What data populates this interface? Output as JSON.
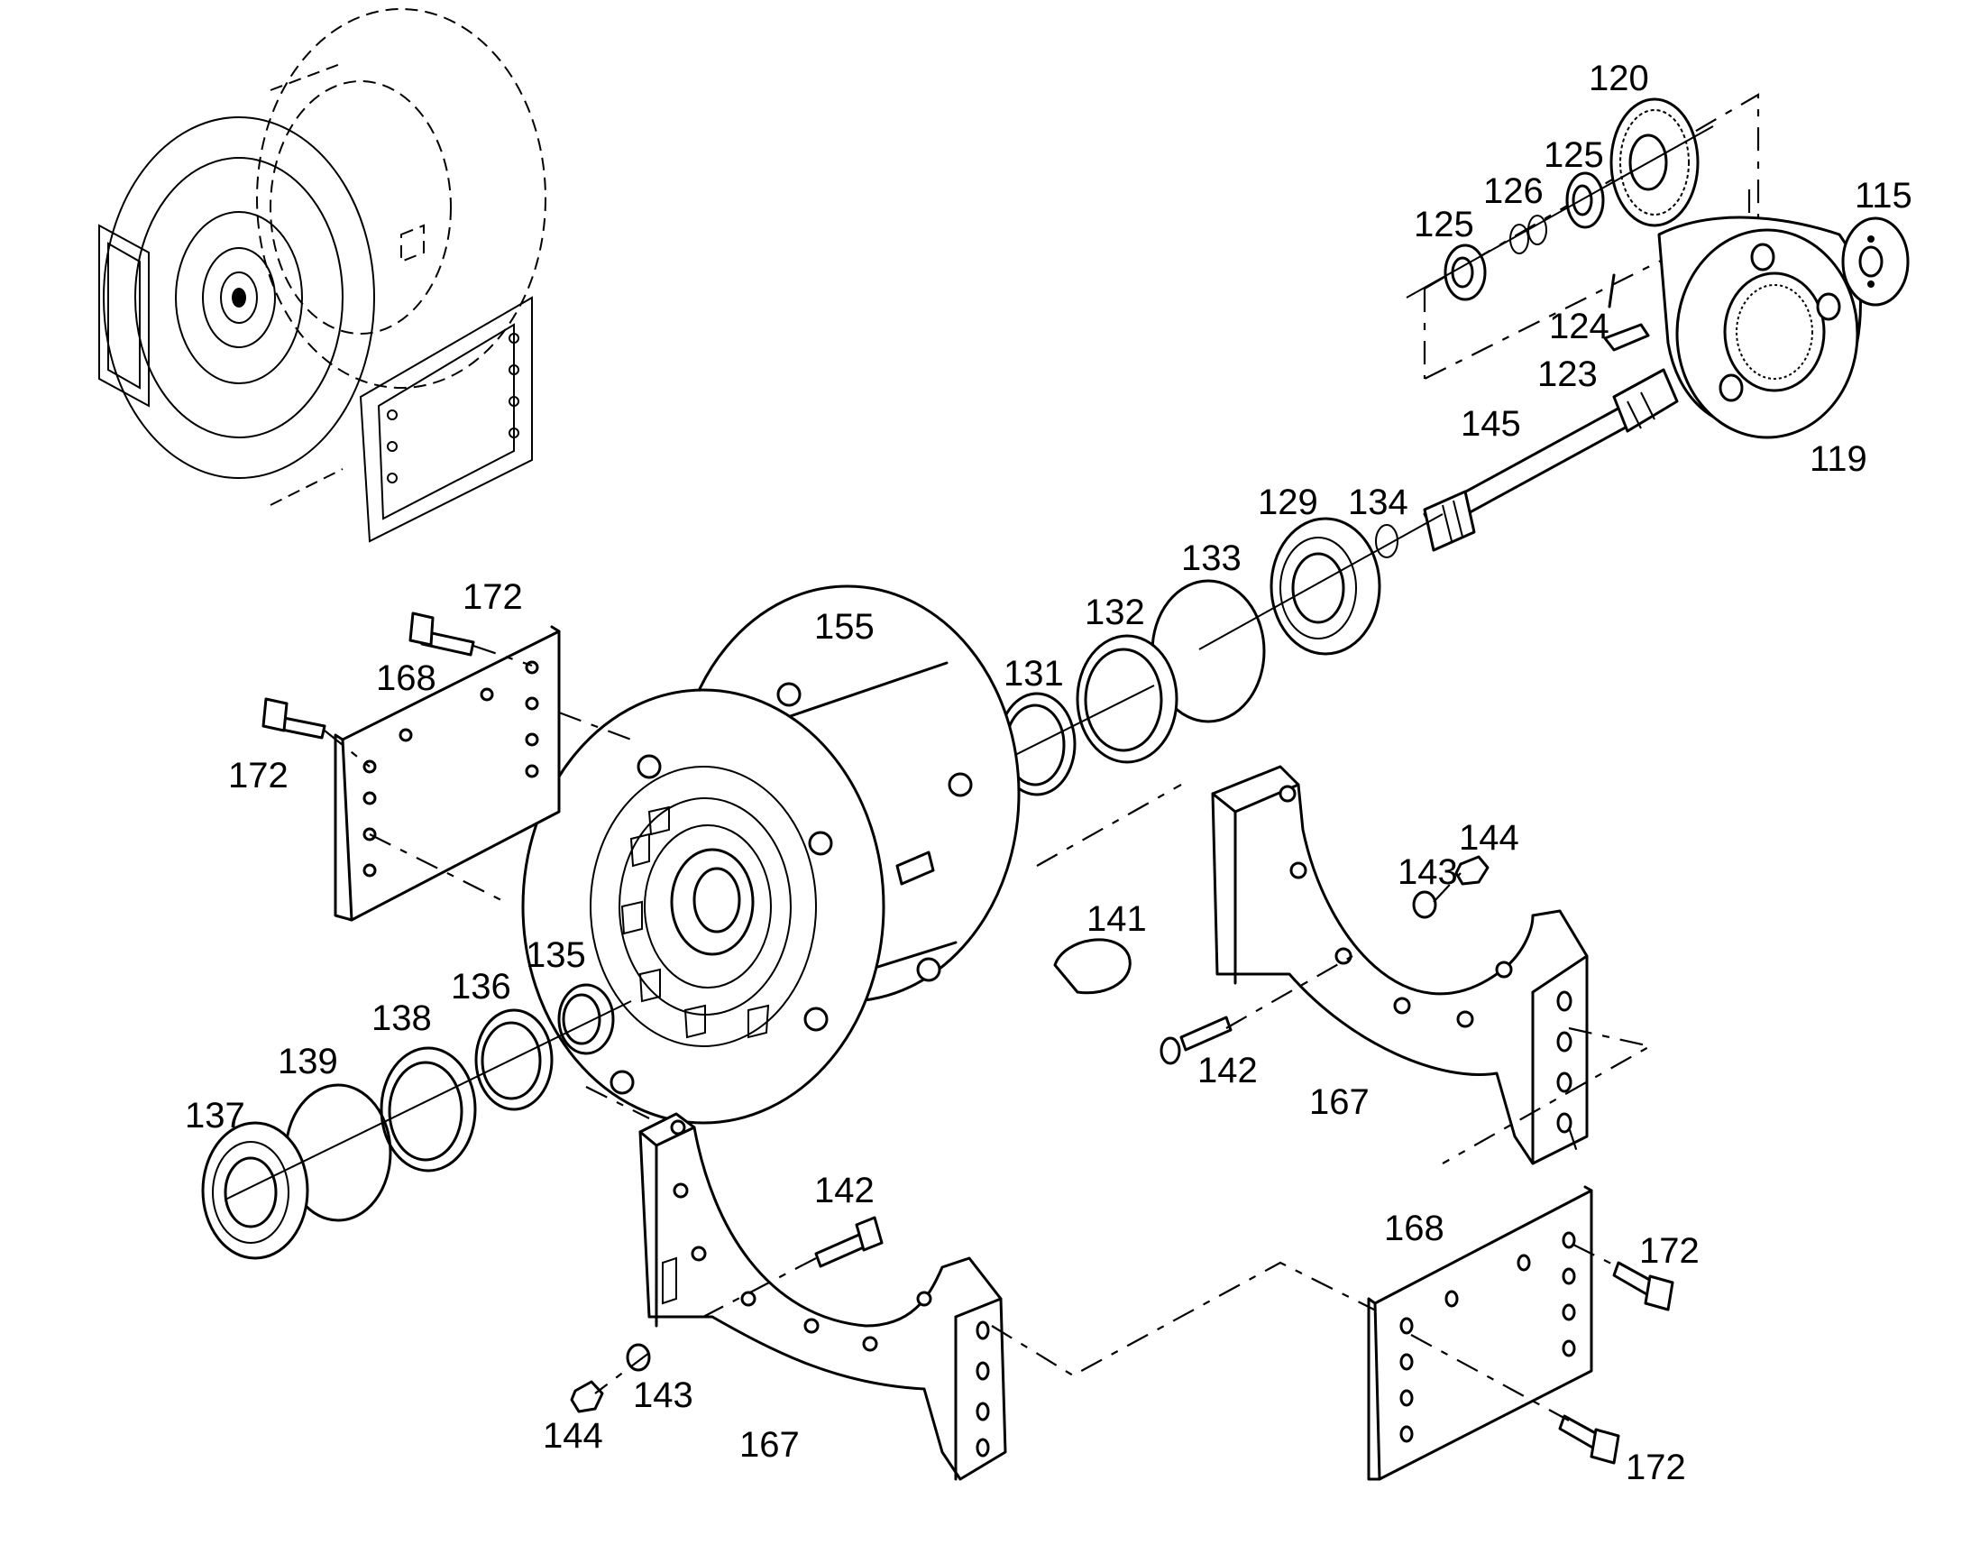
{
  "labels": [
    {
      "id": "p120",
      "text": "120"
    },
    {
      "id": "p125a",
      "text": "125"
    },
    {
      "id": "p126",
      "text": "126"
    },
    {
      "id": "p125b",
      "text": "125"
    },
    {
      "id": "p115",
      "text": "115"
    },
    {
      "id": "p124",
      "text": "124"
    },
    {
      "id": "p123",
      "text": "123"
    },
    {
      "id": "p145",
      "text": "145"
    },
    {
      "id": "p119",
      "text": "119"
    },
    {
      "id": "p129",
      "text": "129"
    },
    {
      "id": "p134",
      "text": "134"
    },
    {
      "id": "p133",
      "text": "133"
    },
    {
      "id": "p132",
      "text": "132"
    },
    {
      "id": "p131",
      "text": "131"
    },
    {
      "id": "p155",
      "text": "155"
    },
    {
      "id": "p172a",
      "text": "172"
    },
    {
      "id": "p168a",
      "text": "168"
    },
    {
      "id": "p172b",
      "text": "172"
    },
    {
      "id": "p141",
      "text": "141"
    },
    {
      "id": "p144a",
      "text": "144"
    },
    {
      "id": "p143a",
      "text": "143"
    },
    {
      "id": "p135",
      "text": "135"
    },
    {
      "id": "p136",
      "text": "136"
    },
    {
      "id": "p138",
      "text": "138"
    },
    {
      "id": "p139",
      "text": "139"
    },
    {
      "id": "p137",
      "text": "137"
    },
    {
      "id": "p142a",
      "text": "142"
    },
    {
      "id": "p167a",
      "text": "167"
    },
    {
      "id": "p142b",
      "text": "142"
    },
    {
      "id": "p168b",
      "text": "168"
    },
    {
      "id": "p172c",
      "text": "172"
    },
    {
      "id": "p143b",
      "text": "143"
    },
    {
      "id": "p144b",
      "text": "144"
    },
    {
      "id": "p167b",
      "text": "167"
    },
    {
      "id": "p172d",
      "text": "172"
    }
  ]
}
